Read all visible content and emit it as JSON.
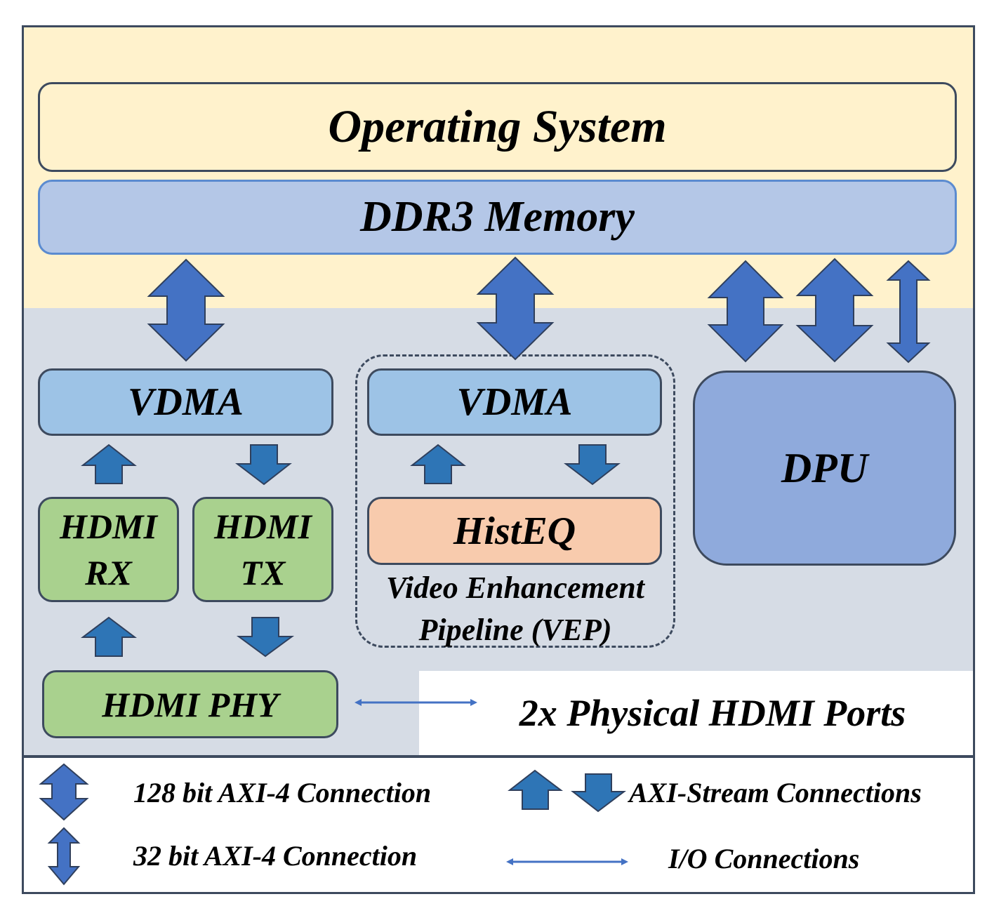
{
  "diagram": {
    "regions": {
      "processing_system": {
        "color": "#fff2cc"
      },
      "programmable_logic": {
        "color": "#d6dce5"
      }
    },
    "blocks": {
      "operating_system": {
        "label": "Operating System",
        "color": "#fff2cc"
      },
      "ddr3_memory": {
        "label": "DDR3 Memory",
        "color": "#b4c7e7"
      },
      "vdma_hdmi": {
        "label": "VDMA",
        "color": "#9dc3e6"
      },
      "vdma_vep": {
        "label": "VDMA",
        "color": "#9dc3e6"
      },
      "dpu": {
        "label": "DPU",
        "color": "#8faadc"
      },
      "hdmi_rx": {
        "line1": "HDMI",
        "line2": "RX",
        "color": "#a9d18e"
      },
      "hdmi_tx": {
        "line1": "HDMI",
        "line2": "TX",
        "color": "#a9d18e"
      },
      "histeq": {
        "label": "HistEQ",
        "color": "#f8cbad"
      },
      "hdmi_phy": {
        "label": "HDMI PHY",
        "color": "#a9d18e"
      }
    },
    "groups": {
      "vep": {
        "line1": "Video Enhancement",
        "line2": "Pipeline (VEP)"
      }
    },
    "external": {
      "ports": {
        "label": "2x Physical HDMI Ports"
      }
    },
    "connections": [
      {
        "from": "ddr3_memory",
        "to": "vdma_hdmi",
        "type": "128 bit AXI-4",
        "direction": "bidirectional"
      },
      {
        "from": "ddr3_memory",
        "to": "vdma_vep",
        "type": "128 bit AXI-4",
        "direction": "bidirectional"
      },
      {
        "from": "ddr3_memory",
        "to": "dpu",
        "type": "128 bit AXI-4",
        "direction": "bidirectional"
      },
      {
        "from": "ddr3_memory",
        "to": "dpu",
        "type": "128 bit AXI-4",
        "direction": "bidirectional"
      },
      {
        "from": "ddr3_memory",
        "to": "dpu",
        "type": "32 bit AXI-4",
        "direction": "bidirectional"
      },
      {
        "from": "hdmi_rx",
        "to": "vdma_hdmi",
        "type": "AXI-Stream",
        "direction": "up"
      },
      {
        "from": "vdma_hdmi",
        "to": "hdmi_tx",
        "type": "AXI-Stream",
        "direction": "down"
      },
      {
        "from": "histeq",
        "to": "vdma_vep",
        "type": "AXI-Stream",
        "direction": "up"
      },
      {
        "from": "vdma_vep",
        "to": "histeq",
        "type": "AXI-Stream",
        "direction": "down"
      },
      {
        "from": "hdmi_phy",
        "to": "hdmi_rx",
        "type": "AXI-Stream",
        "direction": "up"
      },
      {
        "from": "hdmi_tx",
        "to": "hdmi_phy",
        "type": "AXI-Stream",
        "direction": "down"
      },
      {
        "from": "hdmi_phy",
        "to": "ports",
        "type": "I/O",
        "direction": "bidirectional"
      }
    ],
    "colors": {
      "arrow_axi4": "#4472c4",
      "arrow_stream": "#2e75b6",
      "arrow_io": "#4472c4",
      "outline": "#3d4a5e"
    }
  },
  "legend": {
    "axi4_128": "128 bit AXI-4 Connection",
    "axi4_32": "32 bit AXI-4 Connection",
    "axi_stream": "AXI-Stream Connections",
    "io": "I/O Connections"
  }
}
